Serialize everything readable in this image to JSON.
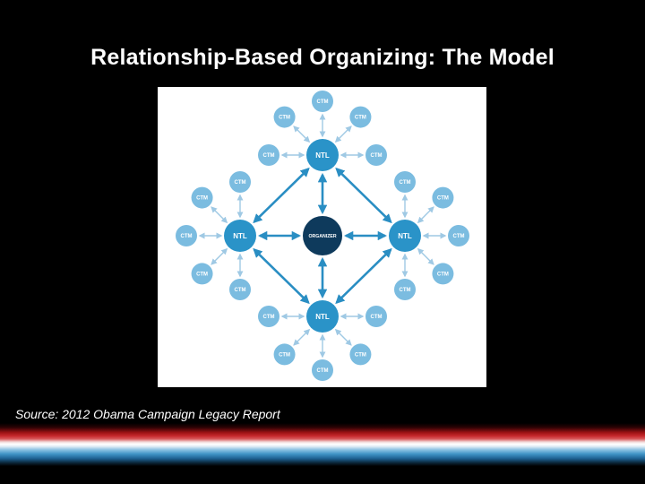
{
  "slide": {
    "title": "Relationship-Based Organizing: The Model",
    "source": "Source: 2012 Obama Campaign Legacy Report"
  },
  "diagram": {
    "center_label": "ORGANIZER",
    "ntl_label": "NTL",
    "ctm_label": "CTM",
    "colors": {
      "organizer": "#0e3a5c",
      "ntl": "#2a93c8",
      "ctm": "#7bbce0",
      "major_arrow": "#2a8ec3",
      "minor_arrow": "#9fc9e4"
    }
  }
}
